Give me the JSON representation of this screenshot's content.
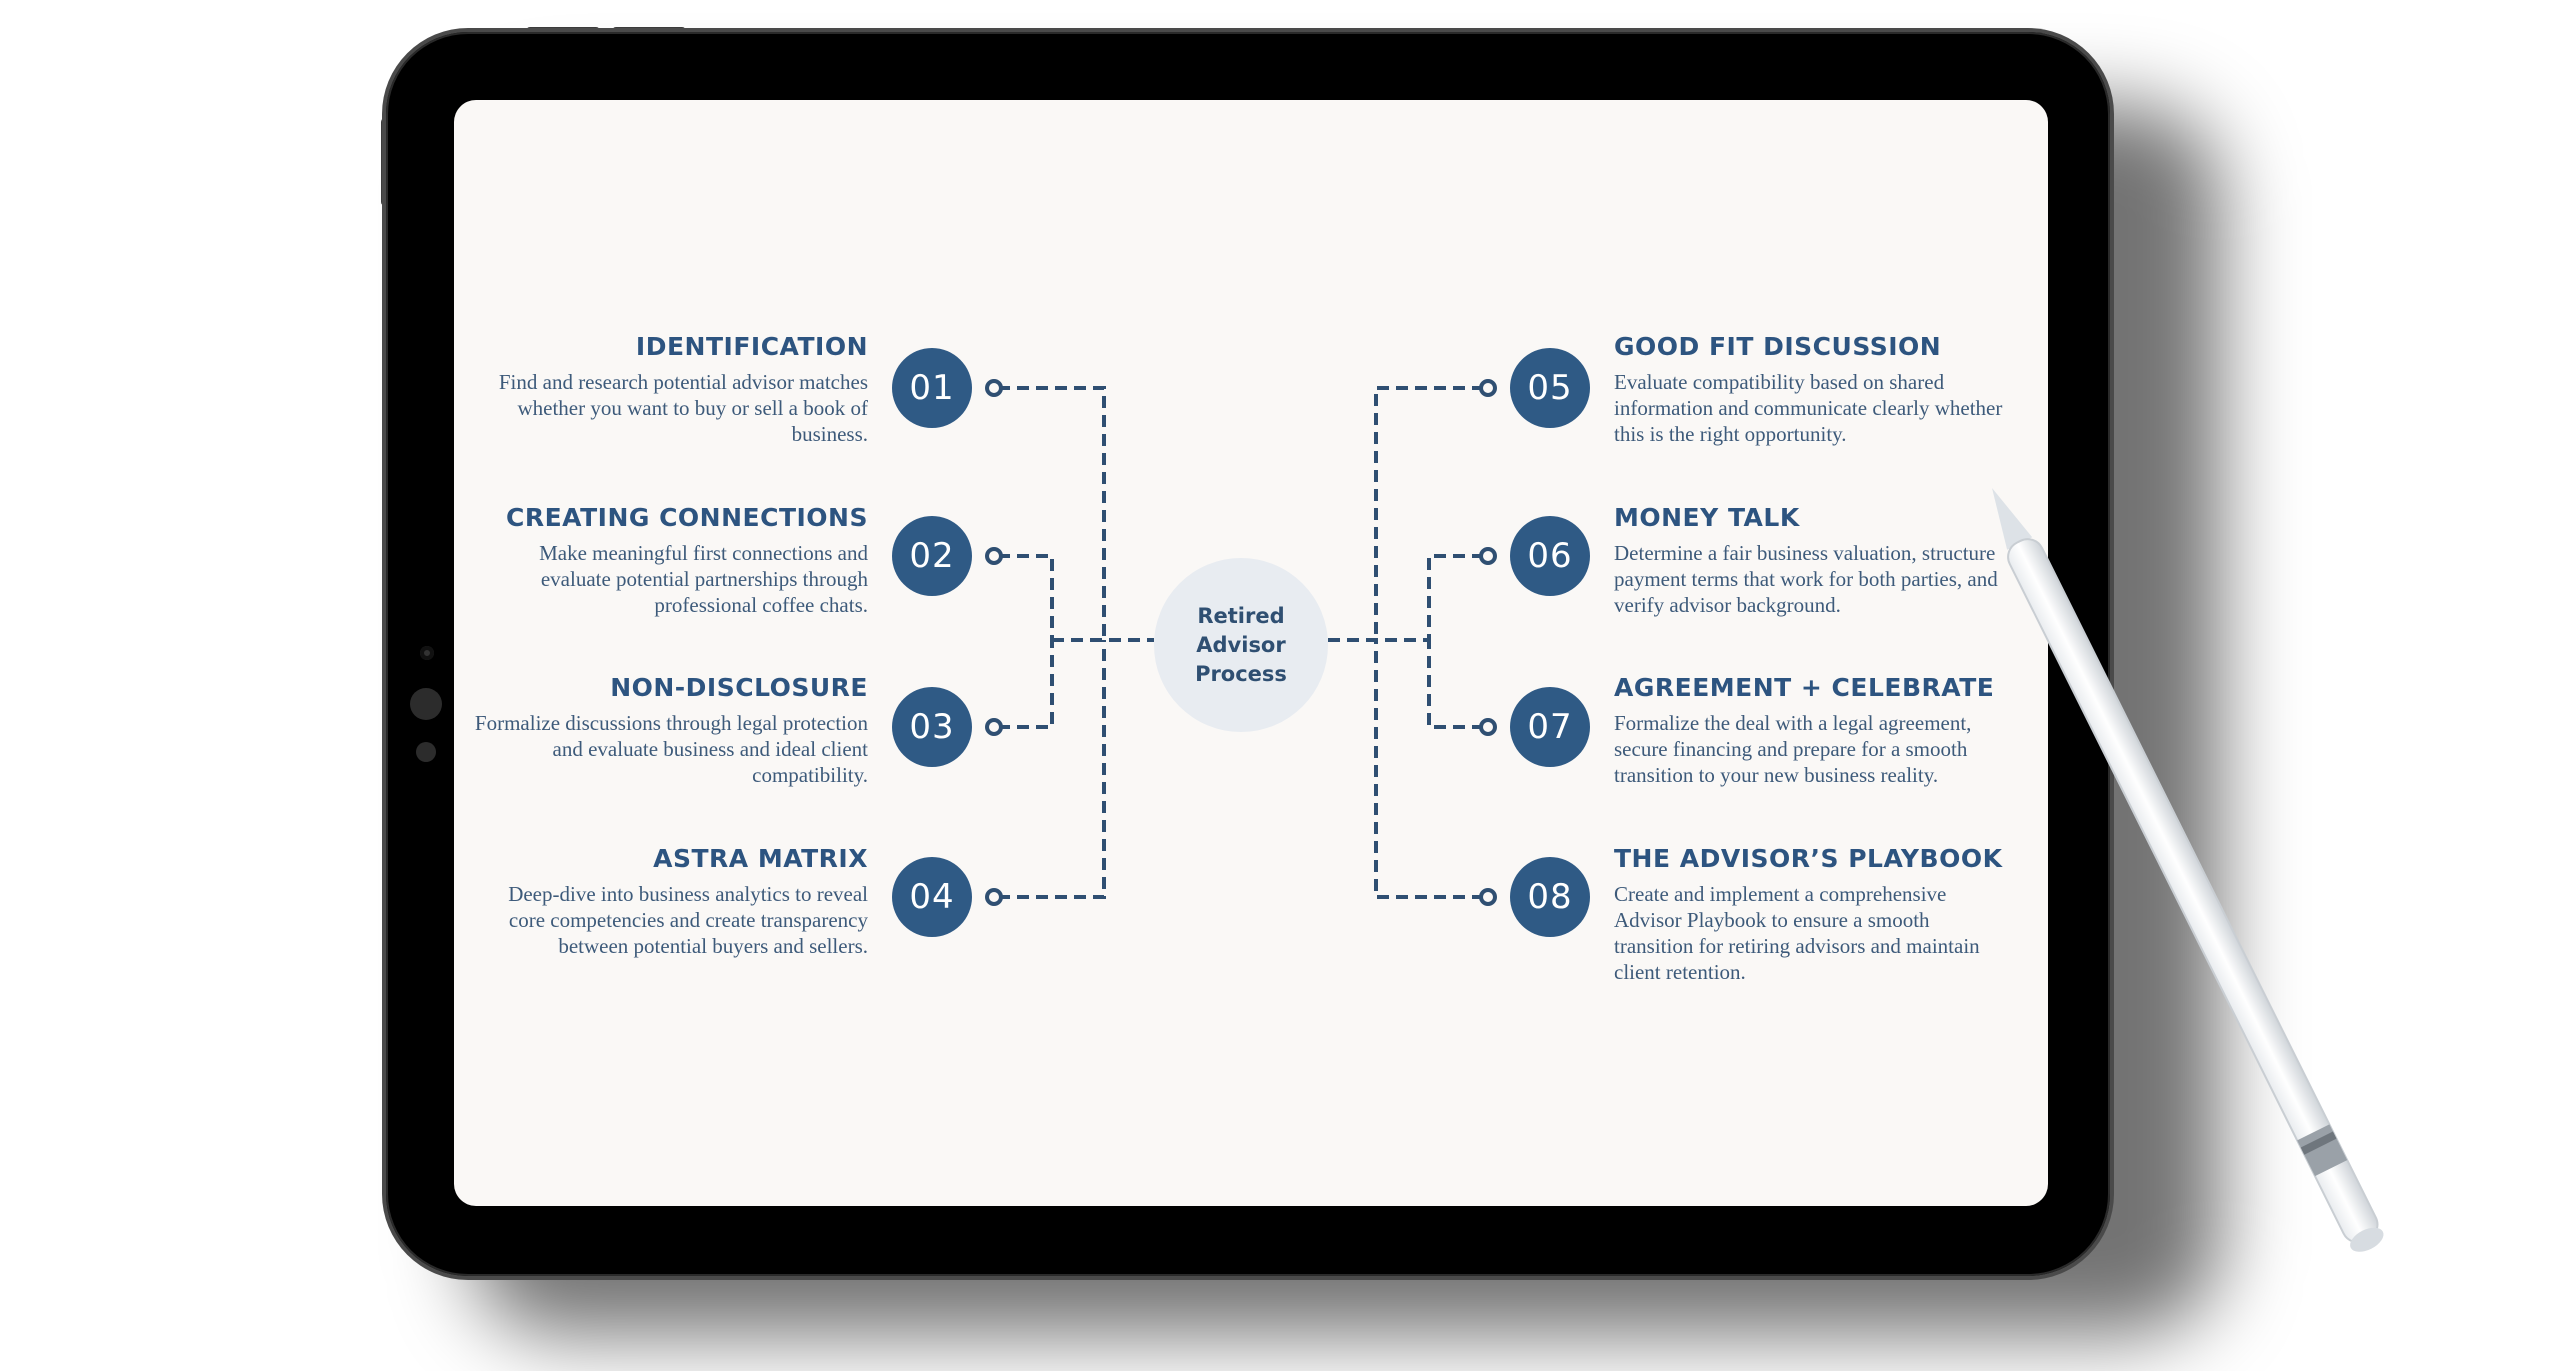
{
  "center": {
    "line1": "Retired",
    "line2": "Advisor",
    "line3": "Process"
  },
  "steps": [
    {
      "number": "01",
      "title": "IDENTIFICATION",
      "description": "Find and research potential advisor matches whether you want to buy or sell a book of business."
    },
    {
      "number": "02",
      "title": "CREATING CONNECTIONS",
      "description": "Make meaningful first connections and evaluate potential partnerships through professional coffee chats."
    },
    {
      "number": "03",
      "title": "NON-DISCLOSURE",
      "description": "Formalize discussions through legal protection and evaluate business and ideal client compatibility."
    },
    {
      "number": "04",
      "title": "ASTRA MATRIX",
      "description": "Deep-dive into business analytics to reveal core competencies and create transparency between potential buyers and sellers."
    },
    {
      "number": "05",
      "title": "GOOD FIT DISCUSSION",
      "description": "Evaluate compatibility based on shared information and communicate clearly whether this is the right opportunity."
    },
    {
      "number": "06",
      "title": "MONEY TALK",
      "description": "Determine a fair business valuation, structure payment terms that work for both parties, and verify advisor background."
    },
    {
      "number": "07",
      "title": "AGREEMENT + CELEBRATE",
      "description": "Formalize the deal with a legal agreement, secure financing and prepare for a smooth transition to your new business reality."
    },
    {
      "number": "08",
      "title": "THE ADVISOR’S PLAYBOOK",
      "description": "Create and implement a comprehensive Advisor Playbook to ensure a smooth transition for retiring advisors and maintain client retention."
    }
  ],
  "colors": {
    "node": "#2f5a85",
    "title": "#2d5480",
    "text": "#3d5a7a",
    "center_bg": "#e8ecf1",
    "screen_bg": "#faf8f6"
  }
}
